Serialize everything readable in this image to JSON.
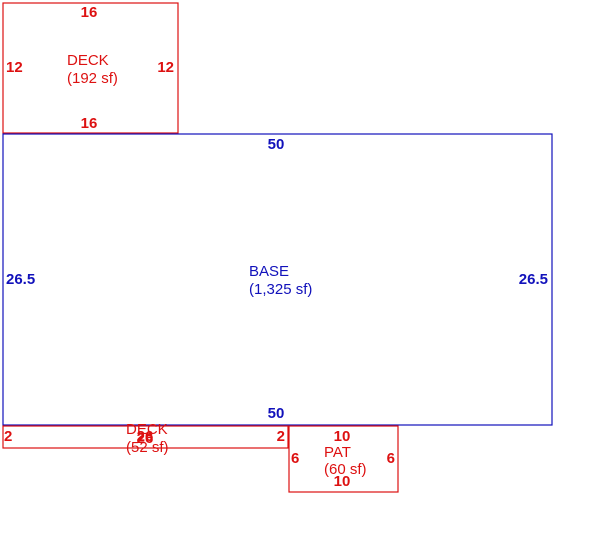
{
  "colors": {
    "base": "#1111bb",
    "addition": "#dd1111"
  },
  "areas": {
    "deck_top": {
      "name": "DECK",
      "area": "(192 sf)",
      "dims": {
        "top": "16",
        "bottom": "16",
        "left": "12",
        "right": "12"
      }
    },
    "base": {
      "name": "BASE",
      "area": "(1,325 sf)",
      "dims": {
        "top": "50",
        "bottom": "50",
        "left": "26.5",
        "right": "26.5"
      }
    },
    "deck_bottom": {
      "name": "DECK",
      "area": "(52 sf)",
      "dims": {
        "top": "26",
        "bottom": "26",
        "left": "2",
        "right": "2"
      }
    },
    "patio": {
      "name": "PAT",
      "area": "(60 sf)",
      "dims": {
        "top": "10",
        "bottom": "10",
        "left": "6",
        "right": "6"
      }
    }
  }
}
